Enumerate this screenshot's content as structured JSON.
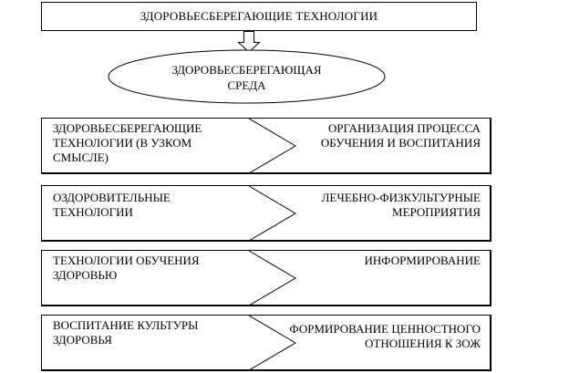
{
  "header": {
    "title": "ЗДОРОВЬЕСБЕРЕГАЮЩИЕ ТЕХНОЛОГИИ"
  },
  "center": {
    "line1": "ЗДОРОВЬЕСБЕРЕГАЮЩАЯ",
    "line2": "СРЕДА"
  },
  "rows": [
    {
      "left": "ЗДОРОВЬЕСБЕРЕГАЮЩИЕ ТЕХНОЛОГИИ (В УЗКОМ СМЫСЛЕ)",
      "right": "ОРГАНИЗАЦИЯ ПРОЦЕССА ОБУЧЕНИЯ И ВОСПИТАНИЯ"
    },
    {
      "left": "ОЗДОРОВИТЕЛЬНЫЕ ТЕХНОЛОГИИ",
      "right": "ЛЕЧЕБНО-ФИЗКУЛЬТУРНЫЕ МЕРОПРИЯТИЯ"
    },
    {
      "left": "ТЕХНОЛОГИИ ОБУЧЕНИЯ ЗДОРОВЬЮ",
      "right": "ИНФОРМИРОВАНИЕ"
    },
    {
      "left": "ВОСПИТАНИЕ КУЛЬТУРЫ ЗДОРОВЬЯ",
      "right": "ФОРМИРОВАНИЕ ЦЕННОСТНОГО ОТНОШЕНИЯ К ЗОЖ"
    }
  ]
}
